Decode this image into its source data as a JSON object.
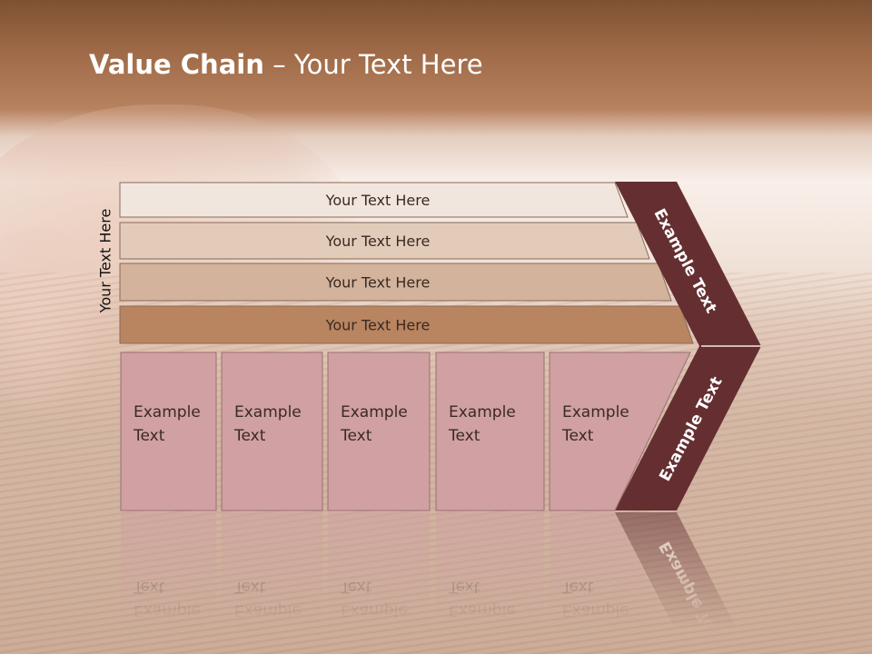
{
  "title": {
    "bold": "Value Chain",
    "rest": " – Your Text Here"
  },
  "side_label": "Your Text Here",
  "bars": [
    {
      "label": "Your Text Here",
      "color": "#f1e6de"
    },
    {
      "label": "Your Text Here",
      "color": "#e3cbb9"
    },
    {
      "label": "Your Text Here",
      "color": "#d3b39b"
    },
    {
      "label": "Your Text Here",
      "color": "#b98460"
    }
  ],
  "boxes": [
    {
      "line1": "Example",
      "line2": "Text"
    },
    {
      "line1": "Example",
      "line2": "Text"
    },
    {
      "line1": "Example",
      "line2": "Text"
    },
    {
      "line1": "Example",
      "line2": "Text"
    },
    {
      "line1": "Example",
      "line2": "Text"
    }
  ],
  "chevron_top": "Example Text",
  "chevron_bottom": "Example Text",
  "colors": {
    "box": "#d0a0a2",
    "chevron": "#652f32"
  }
}
